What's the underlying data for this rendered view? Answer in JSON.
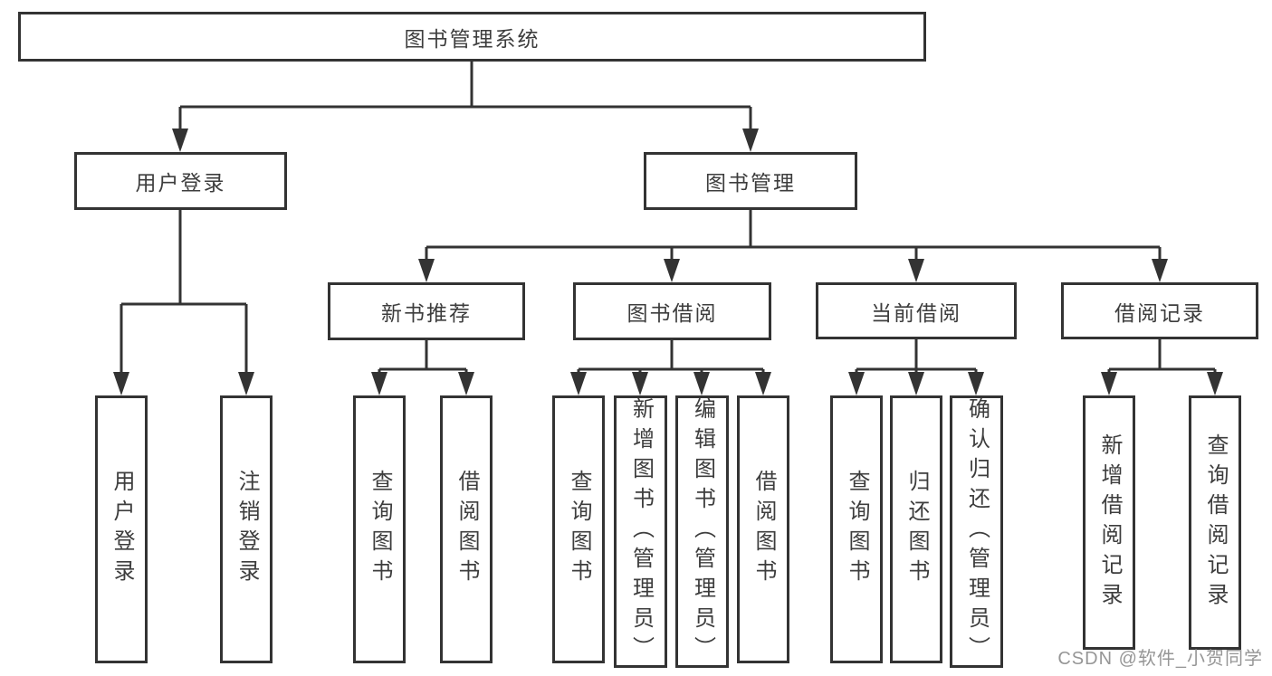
{
  "diagram": {
    "root": {
      "label": "图书管理系统"
    },
    "branches": [
      {
        "label": "用户登录",
        "children": [
          {
            "label": "用户登录"
          },
          {
            "label": "注销登录"
          }
        ]
      },
      {
        "label": "图书管理",
        "groups": [
          {
            "label": "新书推荐",
            "children": [
              {
                "label": "查询图书"
              },
              {
                "label": "借阅图书"
              }
            ]
          },
          {
            "label": "图书借阅",
            "children": [
              {
                "label": "查询图书"
              },
              {
                "label": "新增图书（管理员）"
              },
              {
                "label": "编辑图书（管理员）"
              },
              {
                "label": "借阅图书"
              }
            ]
          },
          {
            "label": "当前借阅",
            "children": [
              {
                "label": "查询图书"
              },
              {
                "label": "归还图书"
              },
              {
                "label": "确认归还（管理员）"
              }
            ]
          },
          {
            "label": "借阅记录",
            "children": [
              {
                "label": "新增借阅记录"
              },
              {
                "label": "查询借阅记录"
              }
            ]
          }
        ]
      }
    ]
  },
  "watermark": {
    "text": "CSDN @软件_小贺同学",
    "color": "#969696"
  },
  "colors": {
    "line": "#333333",
    "border": "#333333",
    "text": "#3d3d3d",
    "background": "#ffffff"
  }
}
